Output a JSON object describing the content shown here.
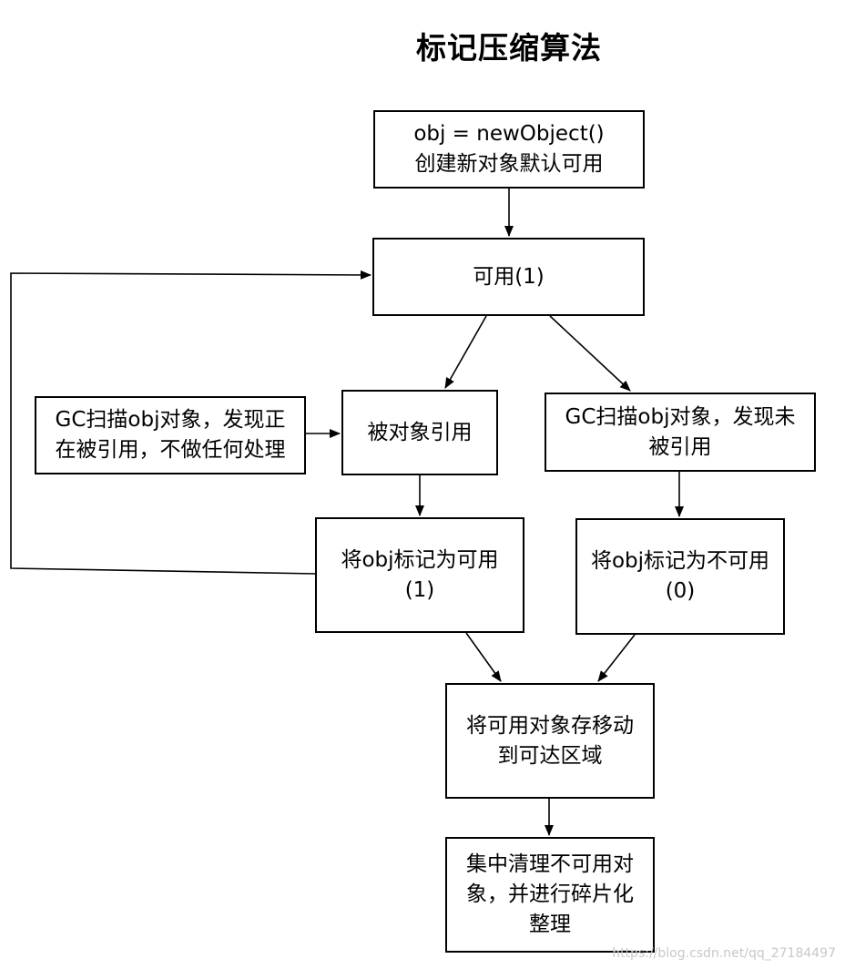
{
  "title": "标记压缩算法",
  "boxes": {
    "create": {
      "line1": "obj = newObject()",
      "line2": "创建新对象默认可用"
    },
    "available": "可用(1)",
    "referenced": "被对象引用",
    "gc_left": {
      "line1": "GC扫描obj对象，发现正",
      "line2": "在被引用，不做任何处理"
    },
    "gc_right": {
      "line1": "GC扫描obj对象，发现未",
      "line2": "被引用"
    },
    "mark_available": {
      "line1": "将obj标记为可用",
      "line2": "(1)"
    },
    "mark_unavailable": {
      "line1": "将obj标记为不可用",
      "line2": "(0)"
    },
    "move": {
      "line1": "将可用对象存移动",
      "line2": "到可达区域"
    },
    "cleanup": {
      "line1": "集中清理不可用对",
      "line2": "象，并进行碎片化",
      "line3": "整理"
    }
  },
  "watermark": "https://blog.csdn.net/qq_27184497"
}
